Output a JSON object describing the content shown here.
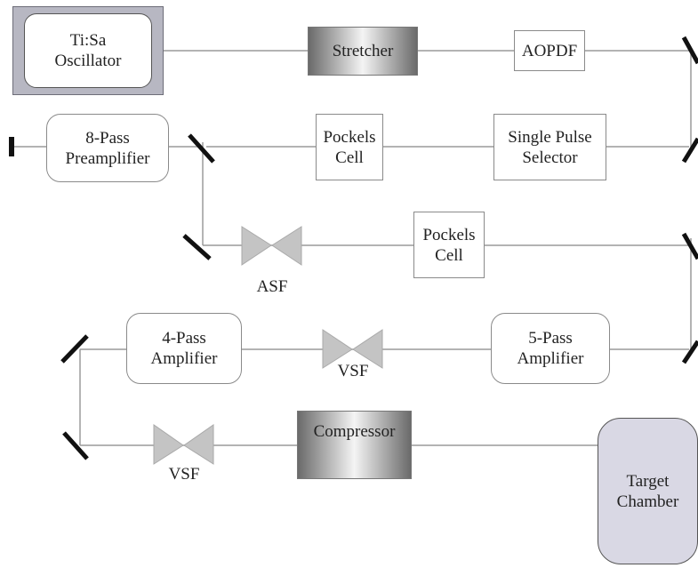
{
  "components": {
    "oscillator": {
      "line1": "Ti:Sa",
      "line2": "Oscillator"
    },
    "stretcher": {
      "label": "Stretcher"
    },
    "aopdf": {
      "label": "AOPDF"
    },
    "preamp": {
      "line1": "8-Pass",
      "line2": "Preamplifier"
    },
    "pockels1": {
      "line1": "Pockels",
      "line2": "Cell"
    },
    "selector": {
      "line1": "Single Pulse",
      "line2": "Selector"
    },
    "asf": {
      "label": "ASF"
    },
    "pockels2": {
      "line1": "Pockels",
      "line2": "Cell"
    },
    "amp4": {
      "line1": "4-Pass",
      "line2": "Amplifier"
    },
    "vsf1": {
      "label": "VSF"
    },
    "amp5": {
      "line1": "5-Pass",
      "line2": "Amplifier"
    },
    "vsf2": {
      "label": "VSF"
    },
    "compressor": {
      "label": "Compressor"
    },
    "target": {
      "line1": "Target",
      "line2": "Chamber"
    }
  },
  "colors": {
    "beam": "#9a9a9a",
    "mirror": "#111111",
    "filter": "#c4c4c4",
    "oscillator_fill": "#b7b7c2",
    "target_fill": "#d9d8e4"
  }
}
